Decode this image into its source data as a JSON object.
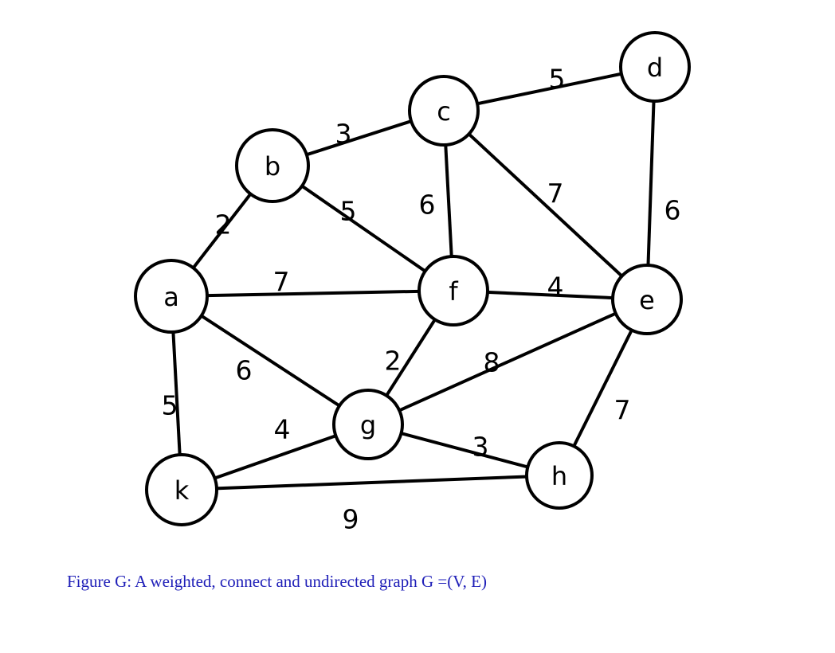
{
  "graph": {
    "nodes": [
      {
        "id": "a",
        "label": "a"
      },
      {
        "id": "b",
        "label": "b"
      },
      {
        "id": "c",
        "label": "c"
      },
      {
        "id": "d",
        "label": "d"
      },
      {
        "id": "e",
        "label": "e"
      },
      {
        "id": "f",
        "label": "f"
      },
      {
        "id": "g",
        "label": "g"
      },
      {
        "id": "h",
        "label": "h"
      },
      {
        "id": "k",
        "label": "k"
      }
    ],
    "edges": [
      {
        "from": "a",
        "to": "b",
        "weight": "2"
      },
      {
        "from": "b",
        "to": "c",
        "weight": "3"
      },
      {
        "from": "c",
        "to": "d",
        "weight": "5"
      },
      {
        "from": "b",
        "to": "f",
        "weight": "5"
      },
      {
        "from": "c",
        "to": "f",
        "weight": "6"
      },
      {
        "from": "c",
        "to": "e",
        "weight": "7"
      },
      {
        "from": "d",
        "to": "e",
        "weight": "6"
      },
      {
        "from": "a",
        "to": "f",
        "weight": "7"
      },
      {
        "from": "f",
        "to": "e",
        "weight": "4"
      },
      {
        "from": "a",
        "to": "g",
        "weight": "6"
      },
      {
        "from": "f",
        "to": "g",
        "weight": "2"
      },
      {
        "from": "g",
        "to": "e",
        "weight": "8"
      },
      {
        "from": "a",
        "to": "k",
        "weight": "5"
      },
      {
        "from": "k",
        "to": "g",
        "weight": "4"
      },
      {
        "from": "g",
        "to": "h",
        "weight": "3"
      },
      {
        "from": "e",
        "to": "h",
        "weight": "7"
      },
      {
        "from": "k",
        "to": "h",
        "weight": "9"
      }
    ]
  },
  "caption": {
    "text": "Figure G: A weighted, connect and undirected graph G =(V, E)",
    "color": "#1f1fb8"
  }
}
